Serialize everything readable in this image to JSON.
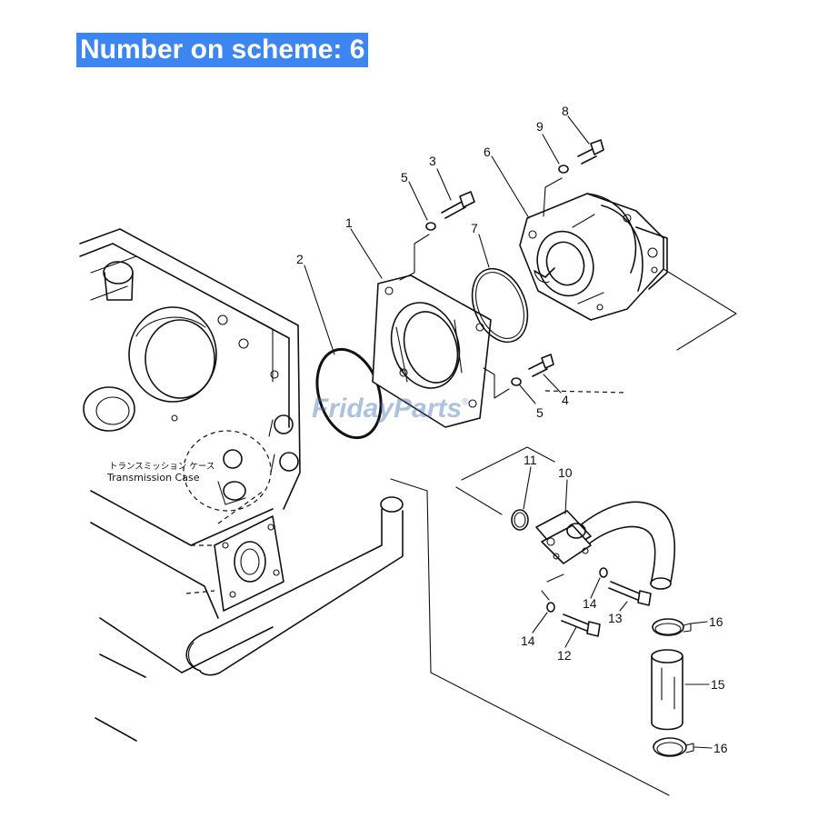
{
  "banner": {
    "text": "Number on scheme: 6",
    "bg_color": "#3d85f0",
    "text_color": "#ffffff"
  },
  "case_label": {
    "japanese": "トランスミッション ケース",
    "english": "Transmission Case"
  },
  "watermark": {
    "part1": "Friday",
    "part2": "Parts",
    "mark": "®",
    "color1": "#3c6fb6",
    "color2": "#e8a830"
  },
  "callouts": [
    {
      "id": "c1",
      "text": "1"
    },
    {
      "id": "c2",
      "text": "2"
    },
    {
      "id": "c3",
      "text": "3"
    },
    {
      "id": "c4",
      "text": "4"
    },
    {
      "id": "c5a",
      "text": "5"
    },
    {
      "id": "c5b",
      "text": "5"
    },
    {
      "id": "c6",
      "text": "6"
    },
    {
      "id": "c7",
      "text": "7"
    },
    {
      "id": "c8",
      "text": "8"
    },
    {
      "id": "c9",
      "text": "9"
    },
    {
      "id": "c10",
      "text": "10"
    },
    {
      "id": "c11",
      "text": "11"
    },
    {
      "id": "c12",
      "text": "12"
    },
    {
      "id": "c13",
      "text": "13"
    },
    {
      "id": "c14a",
      "text": "14"
    },
    {
      "id": "c14b",
      "text": "14"
    },
    {
      "id": "c15",
      "text": "15"
    },
    {
      "id": "c16a",
      "text": "16"
    },
    {
      "id": "c16b",
      "text": "16"
    }
  ]
}
